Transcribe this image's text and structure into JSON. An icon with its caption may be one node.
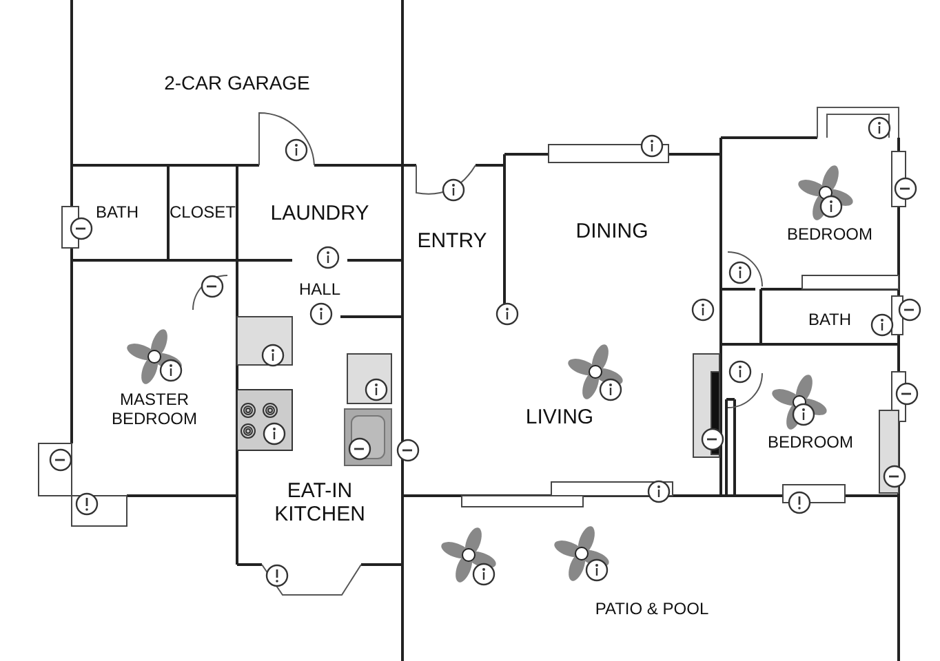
{
  "diagram": {
    "labels": [
      "2-CAR GARAGE",
      "BATH",
      "CLOSET",
      "LAUNDRY",
      "ENTRY",
      "DINING",
      "BEDROOM",
      "HALL",
      "BATH",
      "MASTER BEDROOM",
      "LIVING",
      "BEDROOM",
      "EAT-IN KITCHEN",
      "PATIO & POOL"
    ]
  }
}
